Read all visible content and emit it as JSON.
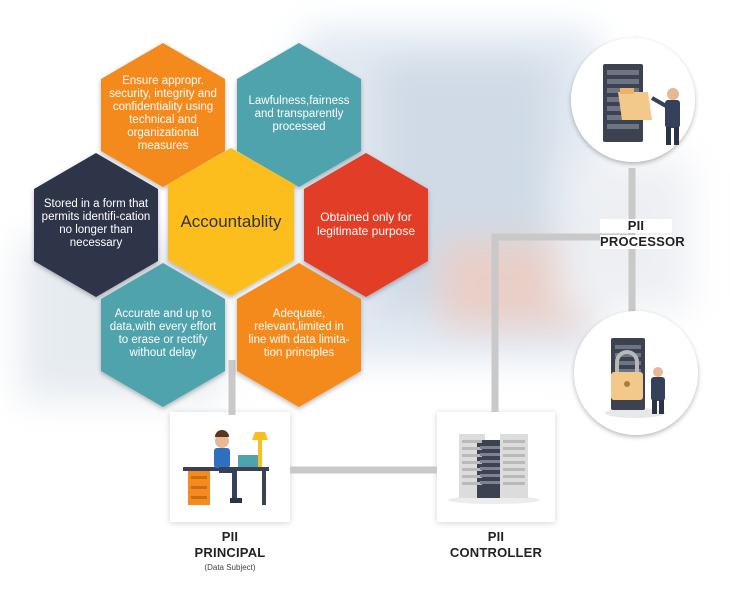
{
  "hexagons": {
    "center": "Accountablity",
    "top_left": "Ensure appropr. security, integrity and confidentiality using technical and organizational measures",
    "top_right": "Lawfulness,fairness and transparently processed",
    "right": "Obtained only for legitimate purpose",
    "bottom_right": "Adequate, relevant,limited in line with data limita-tion principles",
    "bottom_left": "Accurate and up to data,with every effort to erase or rectify without delay",
    "left": "Stored in a form that permits identifi-cation no longer than necessary"
  },
  "nodes": {
    "principal": {
      "line1": "PII",
      "line2": "PRINCIPAL",
      "sub": "(Data Subject)"
    },
    "controller": {
      "line1": "PII",
      "line2": "CONTROLLER"
    },
    "processor": {
      "line1": "PII",
      "line2": "PROCESSOR"
    }
  },
  "colors": {
    "orange": "#f58a1f",
    "teal": "#4fa3ac",
    "red": "#e23c26",
    "yellow": "#fbbe1e",
    "navy": "#2e3448",
    "connector": "#c9c9c9"
  }
}
